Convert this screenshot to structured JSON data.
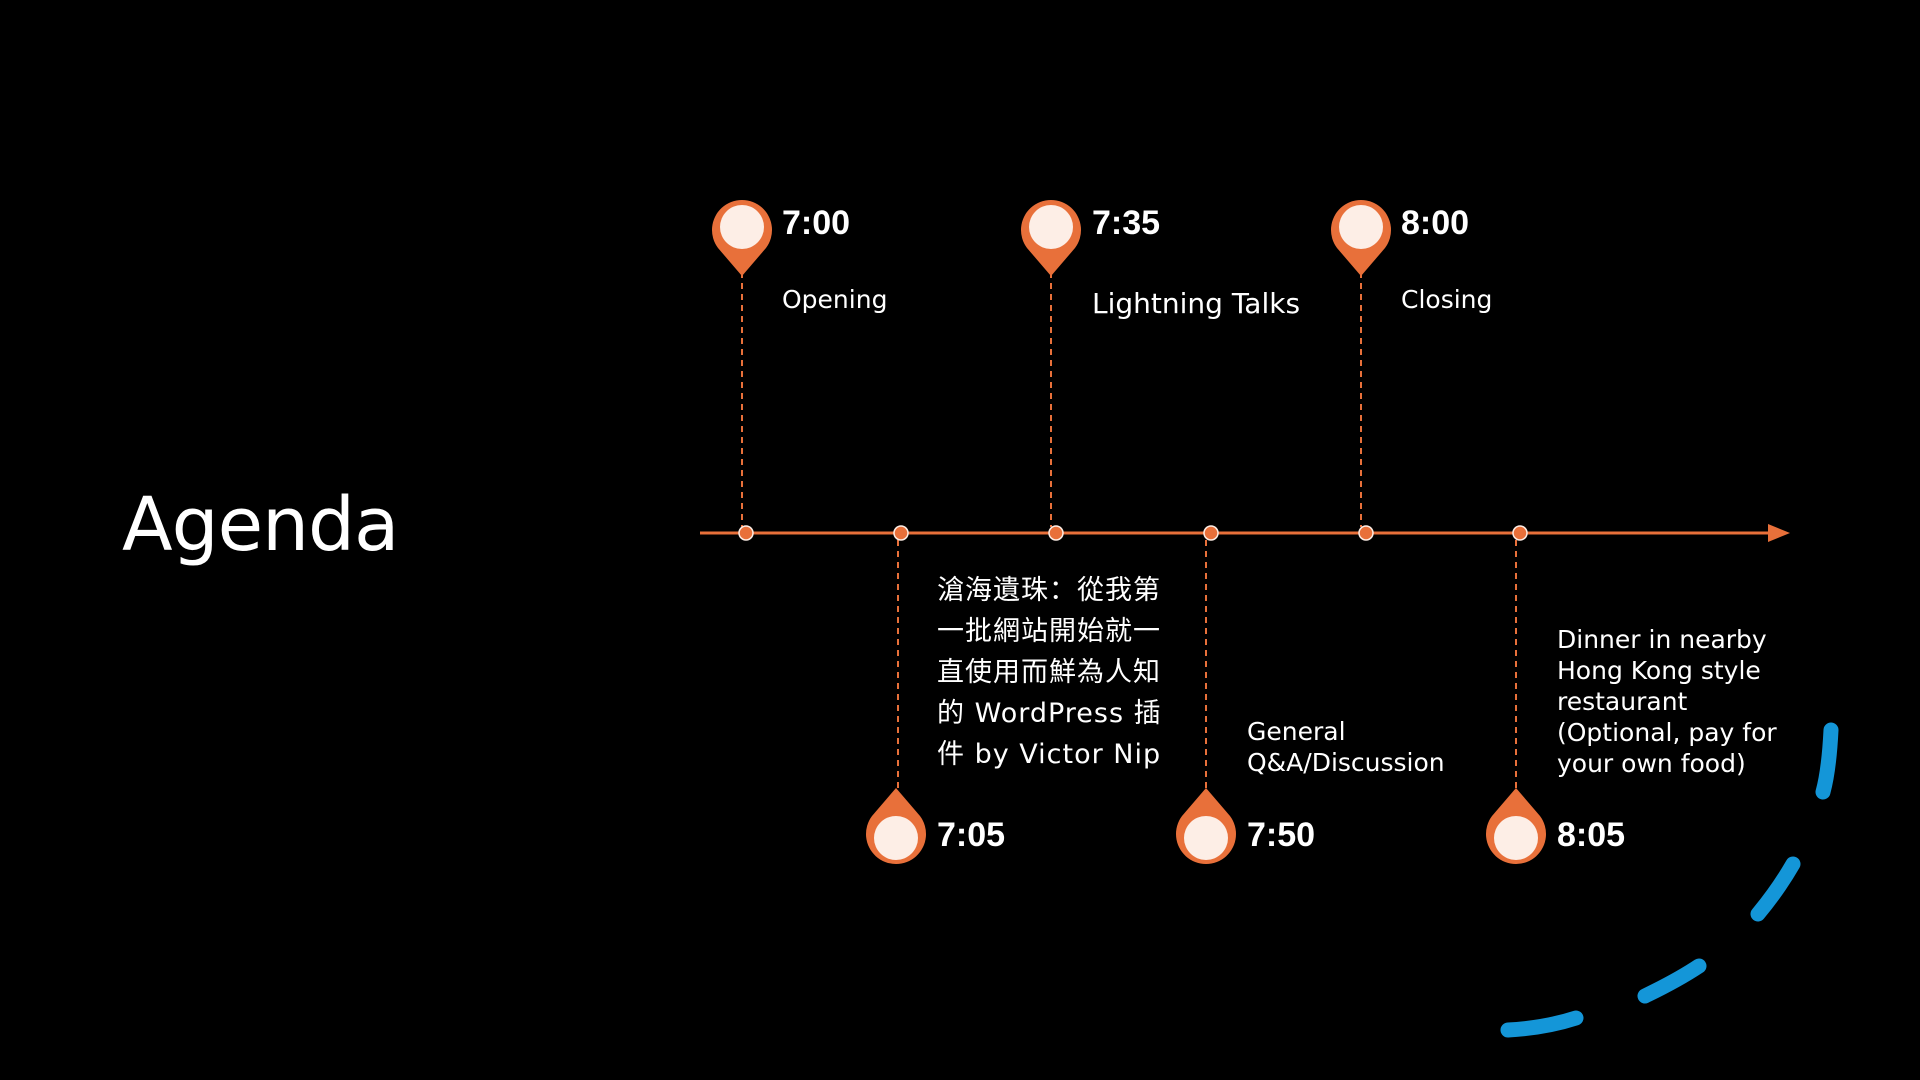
{
  "slide": {
    "title": "Agenda"
  },
  "colors": {
    "background": "#000000",
    "accent": "#e8703a",
    "marker_fill": "#fdeee6",
    "decoration": "#1496d8",
    "text": "#ffffff"
  },
  "timeline": {
    "events_above": [
      {
        "time": "7:00",
        "label": "Opening"
      },
      {
        "time": "7:35",
        "label": "Lightning Talks"
      },
      {
        "time": "8:00",
        "label": "Closing"
      }
    ],
    "events_below": [
      {
        "time": "7:05",
        "label": "滄海遺珠：從我第一批網站開始就一直使用而鮮為人知的 WordPress 插件 by Victor Nip"
      },
      {
        "time": "7:50",
        "label": "General Q&A/Discussion"
      },
      {
        "time": "8:05",
        "label": "Dinner in nearby Hong Kong style restaurant (Optional, pay for your own food)"
      }
    ]
  }
}
